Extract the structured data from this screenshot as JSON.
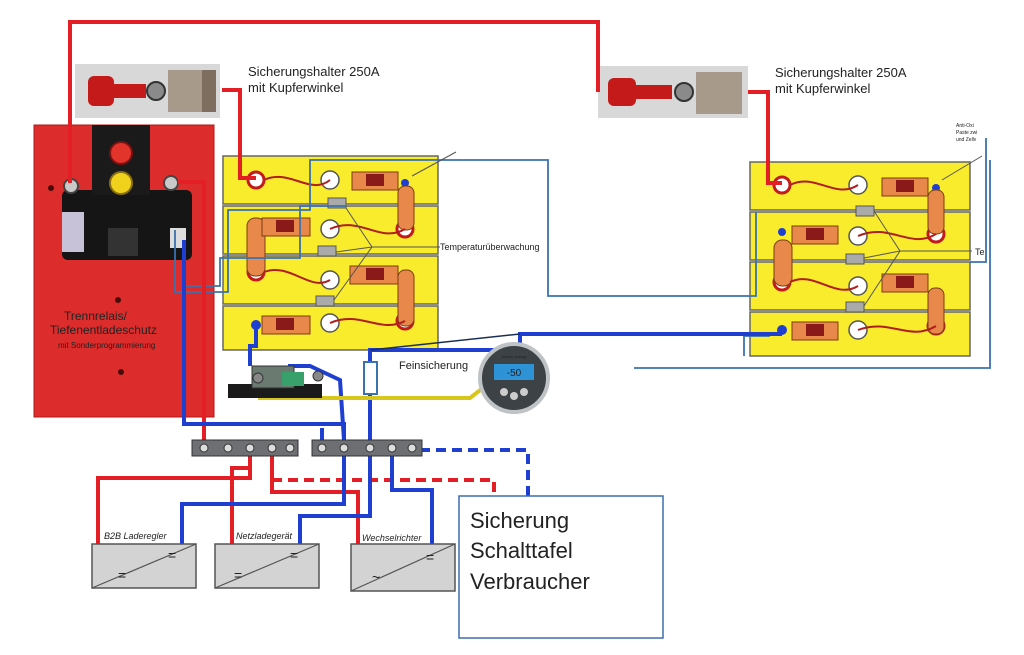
{
  "labels": {
    "fuse_holder_left": [
      "Sicherungshalter 250A",
      "mit Kupferwinkel"
    ],
    "fuse_holder_right": [
      "Sicherungshalter 250A",
      "mit Kupferwinkel"
    ],
    "temperature": "Temperaturüberwachung",
    "relay": [
      "Trennrelais/",
      "Tiefenentladeschutz"
    ],
    "relay_sub": "mit Sonderprogrammierung",
    "fine_fuse": "Feinsicherung",
    "monitor_reading": "-50",
    "monitor_brand": "victron energy",
    "b2b": "B2B Laderegler",
    "charger": "Netzladegerät",
    "inverter": "Wechselrichter",
    "right_note": [
      "Anti-Oxi",
      "Paste zwi",
      "und Zellv"
    ],
    "right_temp_cut": "Te",
    "box": [
      "Sicherung",
      "Schalttafel",
      "Verbraucher"
    ]
  },
  "converter_symbols": {
    "b2b": [
      "=",
      "="
    ],
    "charger": [
      "=",
      "="
    ],
    "inverter": [
      "~",
      "="
    ]
  },
  "colors": {
    "positive": "#e31e24",
    "negative": "#1f3fd1",
    "sense": "#3a72b0",
    "battery": "#f8ec2c",
    "busbar": "#6d6f73",
    "relay_panel": "#dc2c2c",
    "fine_fuse_wire": "#d8c61c",
    "box_border": "#3b6fb0"
  }
}
